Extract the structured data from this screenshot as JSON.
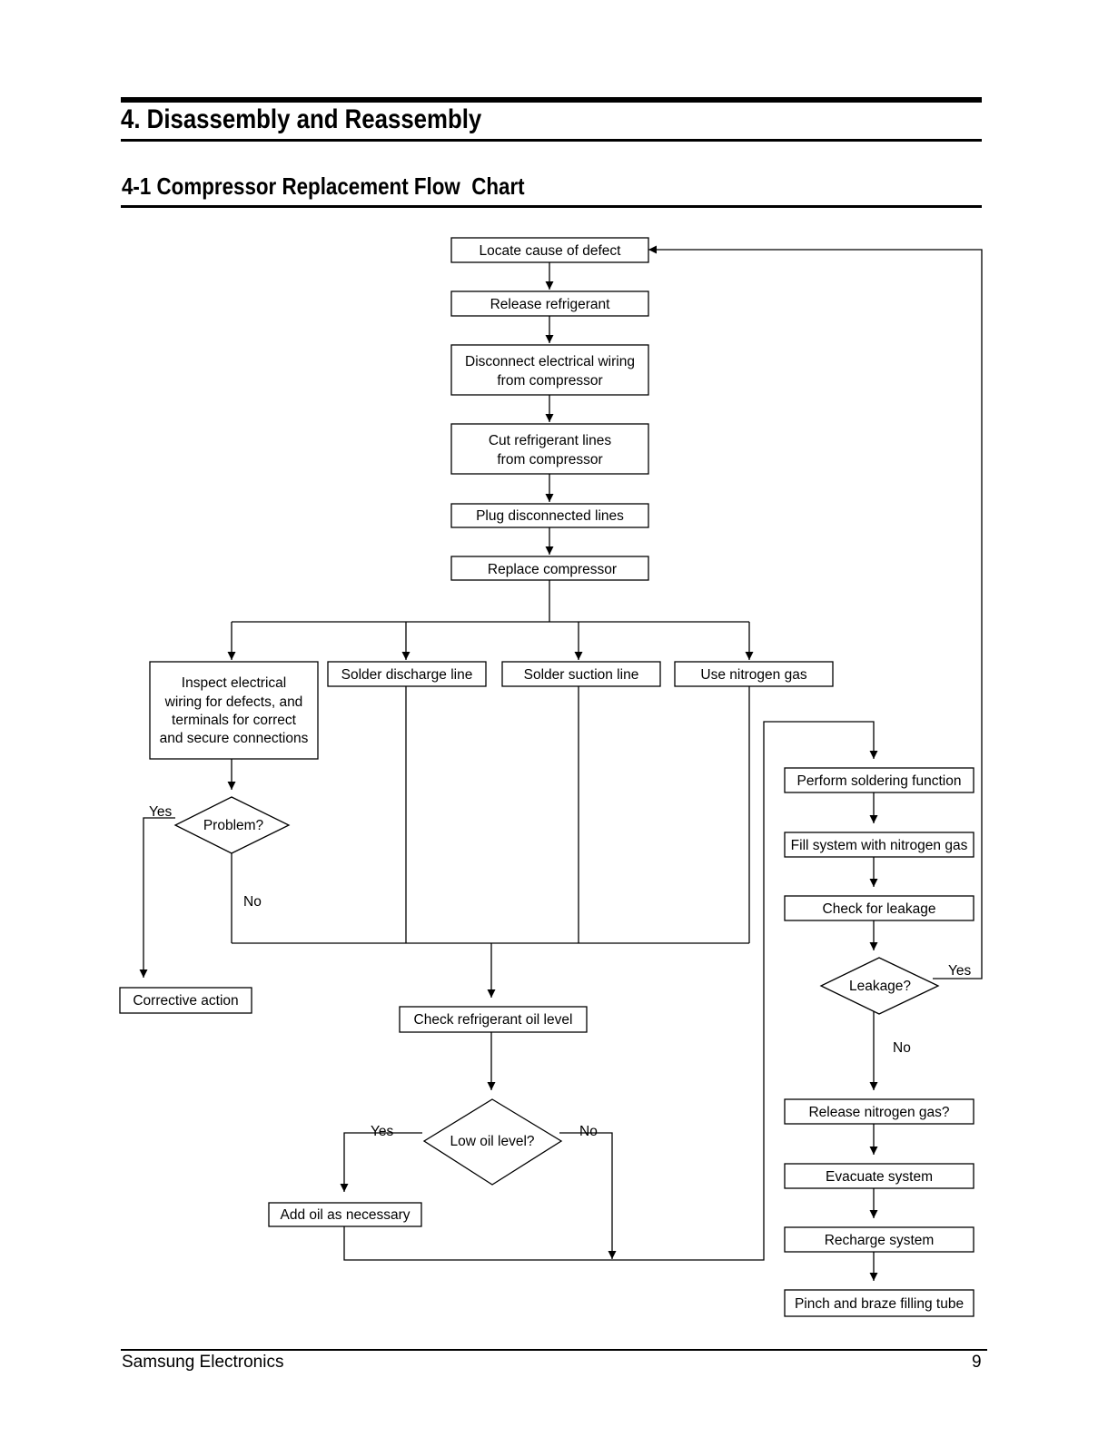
{
  "section_title": "4. Disassembly and Reassembly",
  "subsection_title": "4-1 Compressor Replacement Flow  Chart",
  "flowchart": {
    "steps": {
      "locate": "Locate cause of defect",
      "release_refrigerant": "Release refrigerant",
      "disconnect_line1": "Disconnect electrical wiring",
      "disconnect_line2": "from compressor",
      "cut_line1": "Cut refrigerant lines",
      "cut_line2": "from compressor",
      "plug": "Plug disconnected lines",
      "replace": "Replace compressor",
      "inspect_line1": "Inspect electrical",
      "inspect_line2": "wiring for defects, and",
      "inspect_line3": "terminals for correct",
      "inspect_line4": "and secure connections",
      "solder_discharge": "Solder discharge line",
      "solder_suction": "Solder suction line",
      "nitrogen": "Use nitrogen gas",
      "corrective": "Corrective action",
      "check_oil": "Check refrigerant oil level",
      "add_oil": "Add oil as necessary",
      "soldering": "Perform soldering function",
      "fill_nitrogen": "Fill system with nitrogen gas",
      "check_leakage": "Check for leakage",
      "release_nitrogen": "Release nitrogen gas?",
      "evacuate": "Evacuate system",
      "recharge": "Recharge system",
      "pinch": "Pinch and braze filling tube"
    },
    "decisions": {
      "problem": "Problem?",
      "low_oil": "Low oil level?",
      "leakage": "Leakage?"
    },
    "branch_labels": {
      "problem_yes": "Yes",
      "problem_no": "No",
      "oil_yes": "Yes",
      "oil_no": "No",
      "leak_yes": "Yes",
      "leak_no": "No"
    }
  },
  "footer": {
    "company": "Samsung Electronics",
    "page_number": "9"
  }
}
